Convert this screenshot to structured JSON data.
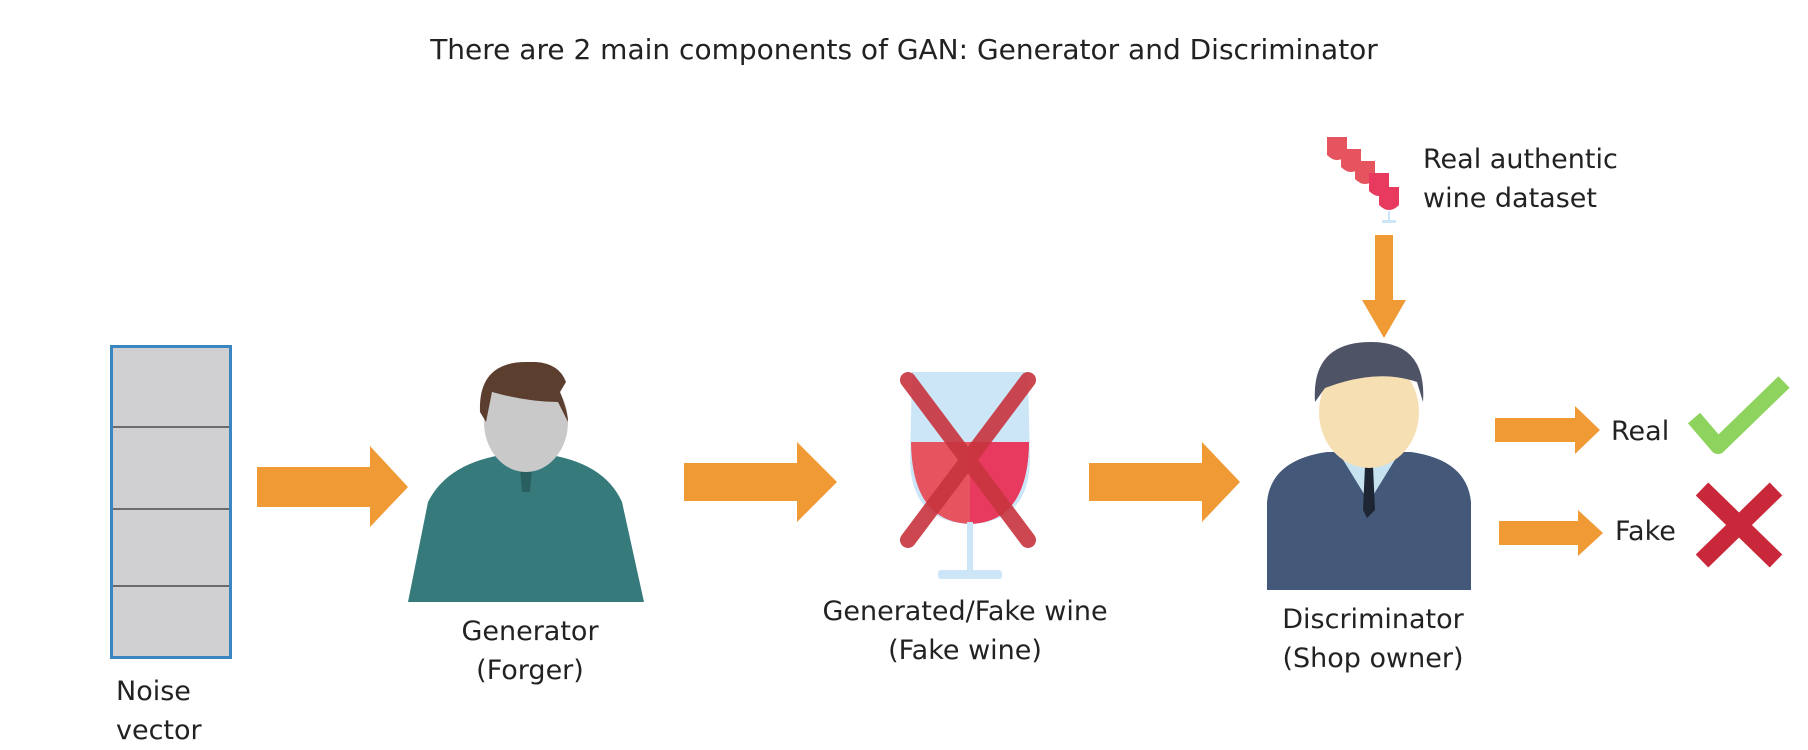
{
  "title": "There are 2 main components of GAN: Generator and Discriminator",
  "noise": {
    "line1": "Noise",
    "line2": "vector"
  },
  "generator": {
    "line1": "Generator",
    "line2": "(Forger)"
  },
  "fake_wine": {
    "line1": "Generated/Fake wine",
    "line2": "(Fake wine)"
  },
  "discriminator": {
    "line1": "Discriminator",
    "line2": "(Shop owner)"
  },
  "dataset": {
    "line1": "Real authentic",
    "line2": "wine dataset"
  },
  "outputs": {
    "real": "Real",
    "fake": "Fake"
  },
  "colors": {
    "arrow": "#f09a36",
    "noise_border": "#3a86c0",
    "check": "#8fd35f",
    "cross": "#c9283a",
    "generator_shirt": "#367a7c",
    "discriminator_suit": "#44587a"
  }
}
